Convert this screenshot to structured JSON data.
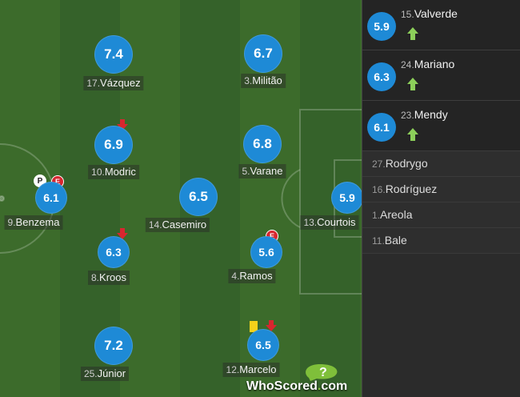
{
  "players": [
    {
      "num": "17.",
      "name": "Vázquez",
      "rating": "7.4"
    },
    {
      "num": "3.",
      "name": "Militão",
      "rating": "6.7"
    },
    {
      "num": "10.",
      "name": "Modric",
      "rating": "6.9"
    },
    {
      "num": "5.",
      "name": "Varane",
      "rating": "6.8"
    },
    {
      "num": "9.",
      "name": "Benzema",
      "rating": "6.1"
    },
    {
      "num": "14.",
      "name": "Casemiro",
      "rating": "6.5"
    },
    {
      "num": "13.",
      "name": "Courtois",
      "rating": "5.9"
    },
    {
      "num": "8.",
      "name": "Kroos",
      "rating": "6.3"
    },
    {
      "num": "4.",
      "name": "Ramos",
      "rating": "5.6"
    },
    {
      "num": "25.",
      "name": "Júnior",
      "rating": "7.2"
    },
    {
      "num": "12.",
      "name": "Marcelo",
      "rating": "6.5"
    }
  ],
  "event_labels": {
    "e": "E",
    "p": "P"
  },
  "substitutes_in": [
    {
      "num": "15.",
      "name": "Valverde",
      "rating": "5.9"
    },
    {
      "num": "24.",
      "name": "Mariano",
      "rating": "6.3"
    },
    {
      "num": "23.",
      "name": "Mendy",
      "rating": "6.1"
    }
  ],
  "bench": [
    {
      "num": "27.",
      "name": "Rodrygo"
    },
    {
      "num": "16.",
      "name": "Rodríguez"
    },
    {
      "num": "1.",
      "name": "Areola"
    },
    {
      "num": "11.",
      "name": "Bale"
    }
  ],
  "logo": {
    "name": "WhoScored",
    "dot": ".",
    "suffix": "com"
  },
  "colors": {
    "rating_bubble": "#1e8ad6",
    "pitch_light": "#3c6b2b",
    "pitch_dark": "#35622a",
    "sub_off_arrow": "#d8262f",
    "sub_on_arrow": "#8ccf5a",
    "yellow_card": "#f5d21a"
  }
}
